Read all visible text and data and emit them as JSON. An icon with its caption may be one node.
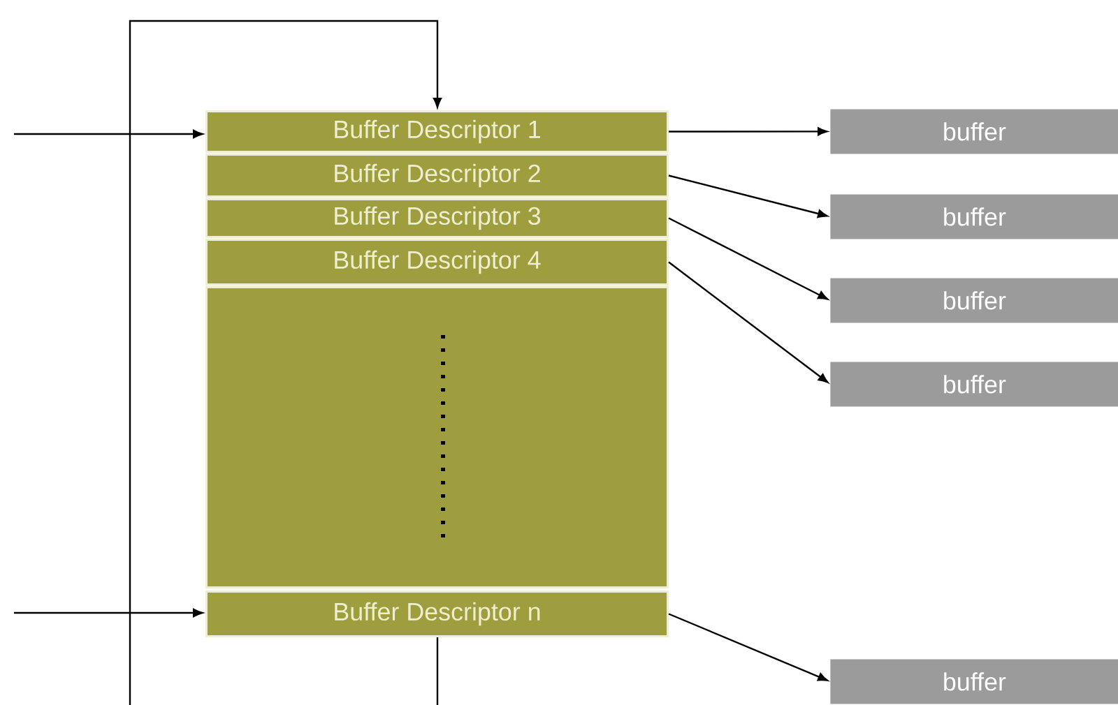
{
  "diagram": {
    "nodes": [
      {
        "text": [
          "Buffer Descriptor 1"
        ]
      },
      {
        "text": [
          "Buffer Descriptor 2"
        ]
      },
      {
        "text": [
          "Buffer Descriptor 3"
        ]
      },
      {
        "text": [
          "Buffer Descriptor 4"
        ]
      },
      {
        "text": [],
        "shape": "box"
      },
      {
        "text": [
          "Buffer Descriptor n"
        ]
      },
      {
        "text": [
          "buffer"
        ]
      },
      {
        "text": [
          "buffer"
        ]
      },
      {
        "text": [
          "buffer"
        ]
      },
      {
        "text": [
          "buffer"
        ]
      },
      {
        "text": [
          "buffer"
        ]
      }
    ],
    "edges": [
      {
        "from": null,
        "to": 0,
        "arrow": "to"
      },
      {
        "from": null,
        "to": 0,
        "arrow": "to"
      },
      {
        "from": null,
        "to": 5,
        "arrow": "to"
      },
      {
        "from": 5,
        "to": null,
        "arrow": "none"
      },
      {
        "from": 0,
        "to": 6,
        "arrow": "to"
      },
      {
        "from": 1,
        "to": 7,
        "arrow": "to"
      },
      {
        "from": 2,
        "to": 8,
        "arrow": "to"
      },
      {
        "from": 3,
        "to": 9,
        "arrow": "to"
      },
      {
        "from": 5,
        "to": 10,
        "arrow": "to"
      }
    ]
  }
}
